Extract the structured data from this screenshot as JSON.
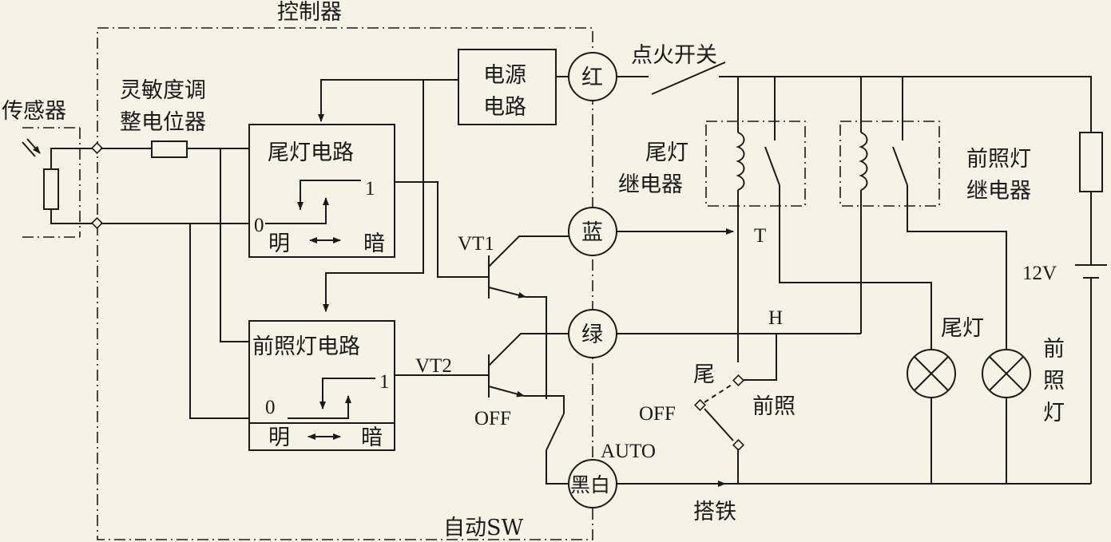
{
  "labels": {
    "controller": "控制器",
    "sensor": "传感器",
    "sensitivity_l1": "灵敏度调",
    "sensitivity_l2": "整电位器",
    "power_l1": "电源",
    "power_l2": "电路",
    "tail_circuit": "尾灯电路",
    "head_circuit": "前照灯电路",
    "ignition": "点火开关",
    "tail_relay_l1": "尾灯",
    "tail_relay_l2": "继电器",
    "head_relay_l1": "前照灯",
    "head_relay_l2": "继电器",
    "vt1": "VT1",
    "vt2": "VT2",
    "off_left": "OFF",
    "off_right": "OFF",
    "auto": "AUTO",
    "ground": "搭铁",
    "auto_sw": "自动SW",
    "t": "T",
    "h": "H",
    "v12": "12V",
    "tail_lamp": "尾灯",
    "head_lamp_1": "前",
    "head_lamp_2": "照",
    "head_lamp_3": "灯",
    "sw_tail": "尾",
    "sw_head": "前照",
    "one_a": "1",
    "zero_a": "0",
    "bright_a": "明",
    "dark_a": "暗",
    "one_b": "1",
    "zero_b": "0",
    "bright_b": "明",
    "dark_b": "暗"
  },
  "terminals": {
    "red": "红",
    "blue": "蓝",
    "green": "绿",
    "black_white": "黑白"
  }
}
